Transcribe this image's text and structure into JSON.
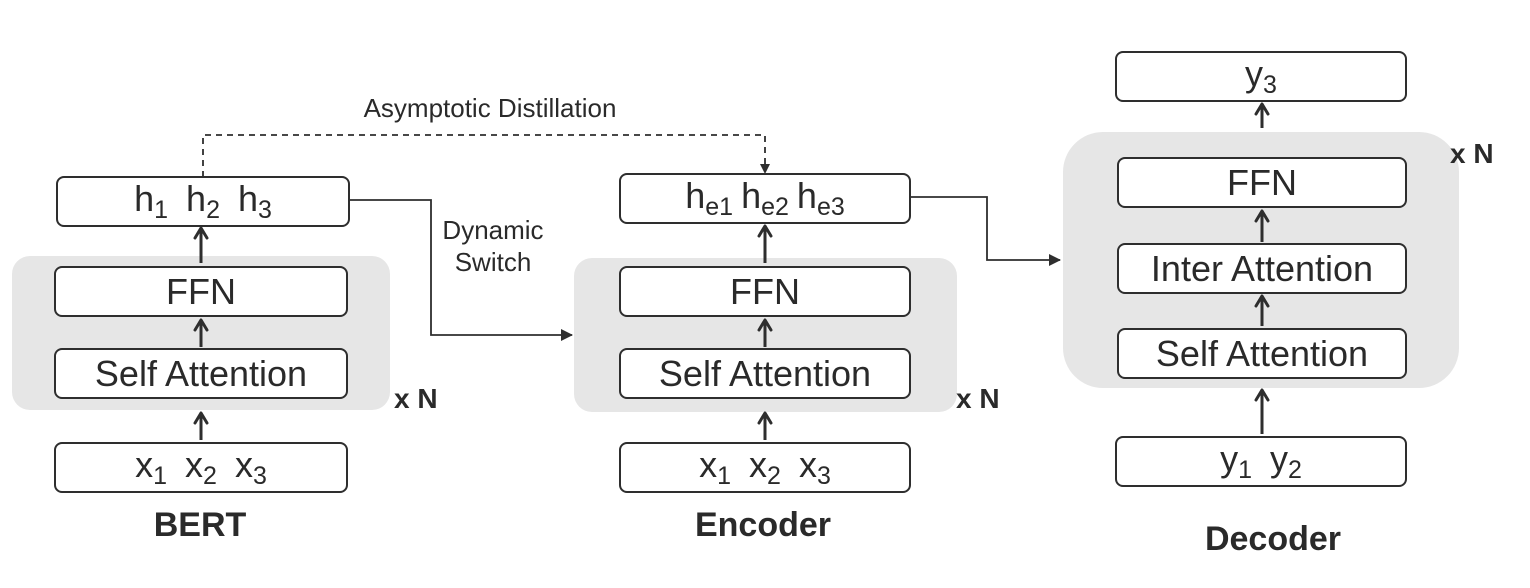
{
  "bert": {
    "title": "BERT",
    "repeat": "x N",
    "inputs": [
      {
        "base": "x",
        "sub": "1"
      },
      {
        "base": "x",
        "sub": "2"
      },
      {
        "base": "x",
        "sub": "3"
      }
    ],
    "layers": [
      "Self Attention",
      "FFN"
    ],
    "outputs": [
      {
        "base": "h",
        "sub": "1"
      },
      {
        "base": "h",
        "sub": "2"
      },
      {
        "base": "h",
        "sub": "3"
      }
    ]
  },
  "encoder": {
    "title": "Encoder",
    "repeat": "x N",
    "inputs": [
      {
        "base": "x",
        "sub": "1"
      },
      {
        "base": "x",
        "sub": "2"
      },
      {
        "base": "x",
        "sub": "3"
      }
    ],
    "layers": [
      "Self Attention",
      "FFN"
    ],
    "outputs": [
      {
        "base": "h",
        "sub": "e1"
      },
      {
        "base": "h",
        "sub": "e2"
      },
      {
        "base": "h",
        "sub": "e3"
      }
    ]
  },
  "decoder": {
    "title": "Decoder",
    "repeat": "x N",
    "inputs": [
      {
        "base": "y",
        "sub": "1"
      },
      {
        "base": "y",
        "sub": "2"
      }
    ],
    "layers": [
      "Self Attention",
      "Inter Attention",
      "FFN"
    ],
    "output": {
      "base": "y",
      "sub": "3"
    }
  },
  "connections": {
    "distillation": "Asymptotic Distillation",
    "switch_line1": "Dynamic",
    "switch_line2": "Switch"
  },
  "colors": {
    "panel": "#e6e6e6",
    "stroke": "#2e2e2e"
  }
}
